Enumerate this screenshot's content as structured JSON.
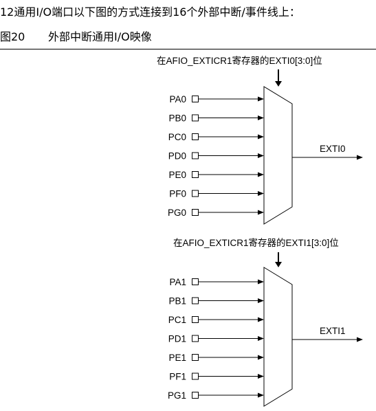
{
  "header": {
    "intro_line": "12通用I/O端口以下图的方式连接到16个外部中断/事件线上：",
    "figure_number": "图20",
    "figure_caption": "外部中断通用I/O映像"
  },
  "muxes": [
    {
      "select_label": "在AFIO_EXTICR1寄存器的EXTI0[3:0]位",
      "inputs": [
        "PA0",
        "PB0",
        "PC0",
        "PD0",
        "PE0",
        "PF0",
        "PG0"
      ],
      "output": "EXTI0"
    },
    {
      "select_label": "在AFIO_EXTICR1寄存器的EXTI1[3:0]位",
      "inputs": [
        "PA1",
        "PB1",
        "PC1",
        "PD1",
        "PE1",
        "PF1",
        "PG1"
      ],
      "output": "EXTI1"
    }
  ]
}
